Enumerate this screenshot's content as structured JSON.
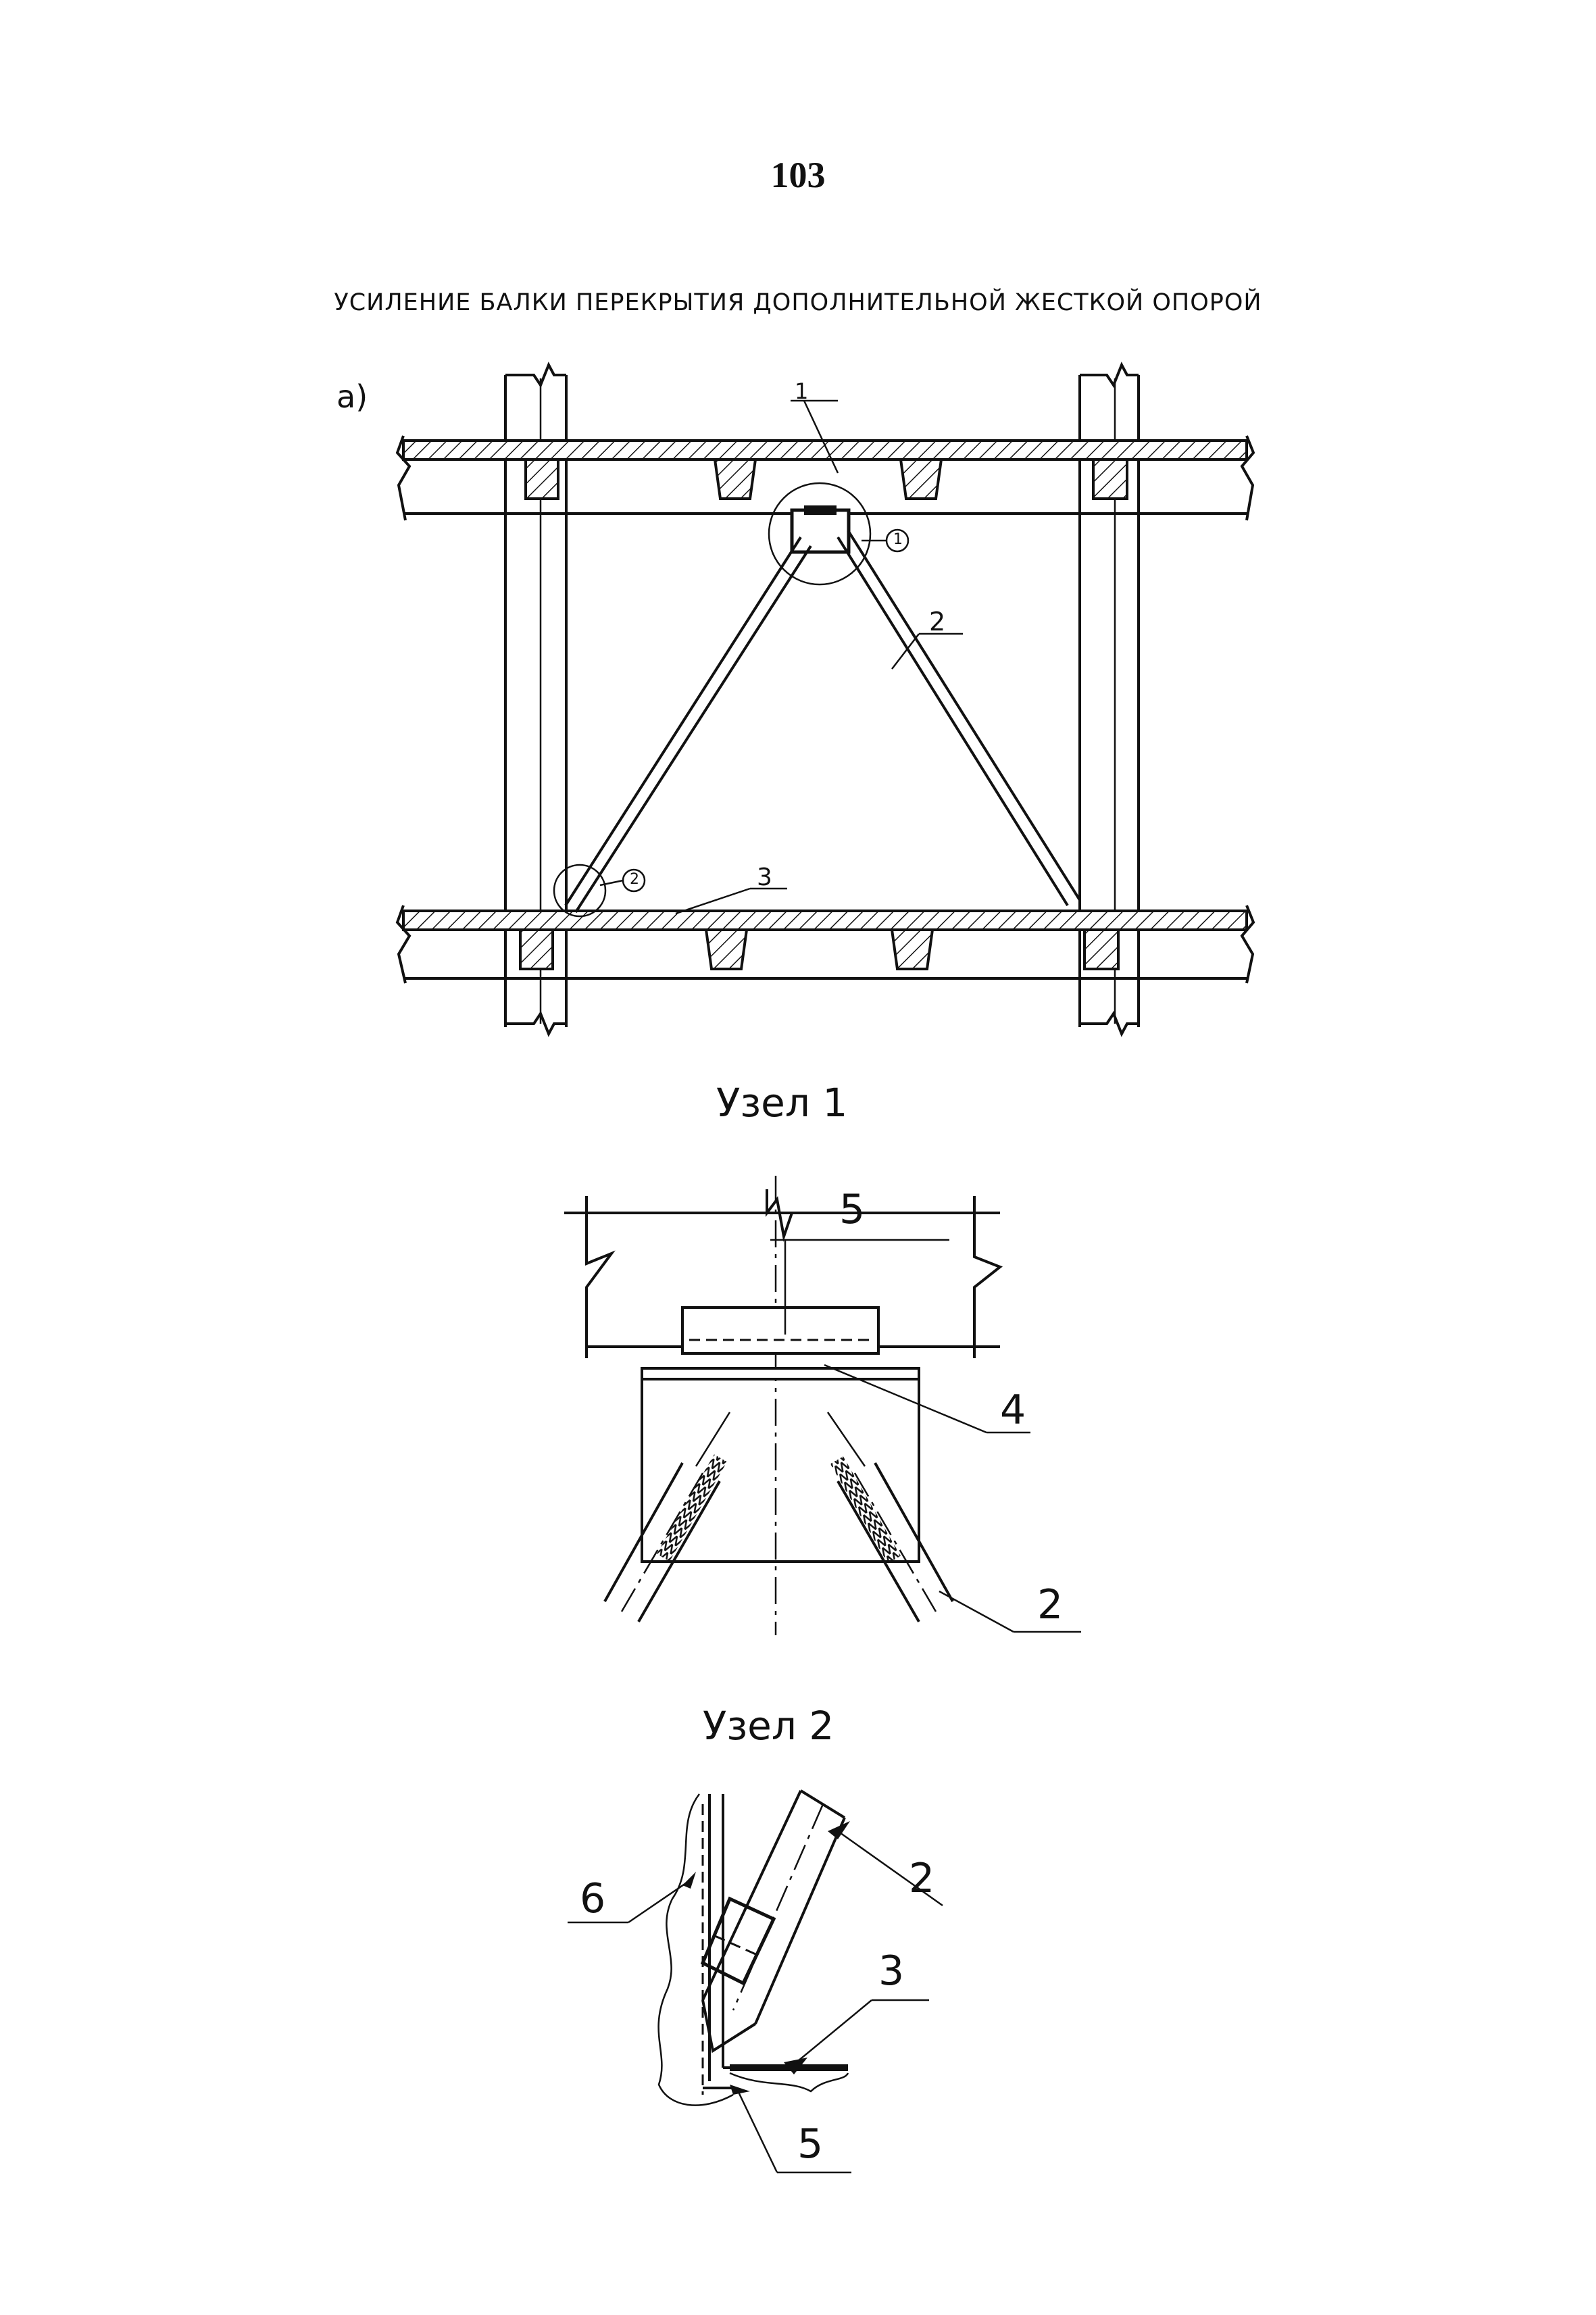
{
  "page_number": "103",
  "title": "УСИЛЕНИЕ БАЛКИ ПЕРЕКРЫТИЯ ДОПОЛНИТЕЛЬНОЙ ЖЕСТКОЙ ОПОРОЙ",
  "view_a": {
    "label": "а)",
    "callouts": [
      "1",
      "2",
      "3"
    ],
    "node_markers": [
      "1",
      "2"
    ]
  },
  "node1": {
    "heading": "Узел 1",
    "callouts": [
      "5",
      "4",
      "2"
    ]
  },
  "node2": {
    "heading": "Узел 2",
    "callouts": [
      "6",
      "2",
      "3",
      "5"
    ]
  },
  "colors": {
    "ink": "#111111",
    "paper": "#ffffff"
  }
}
